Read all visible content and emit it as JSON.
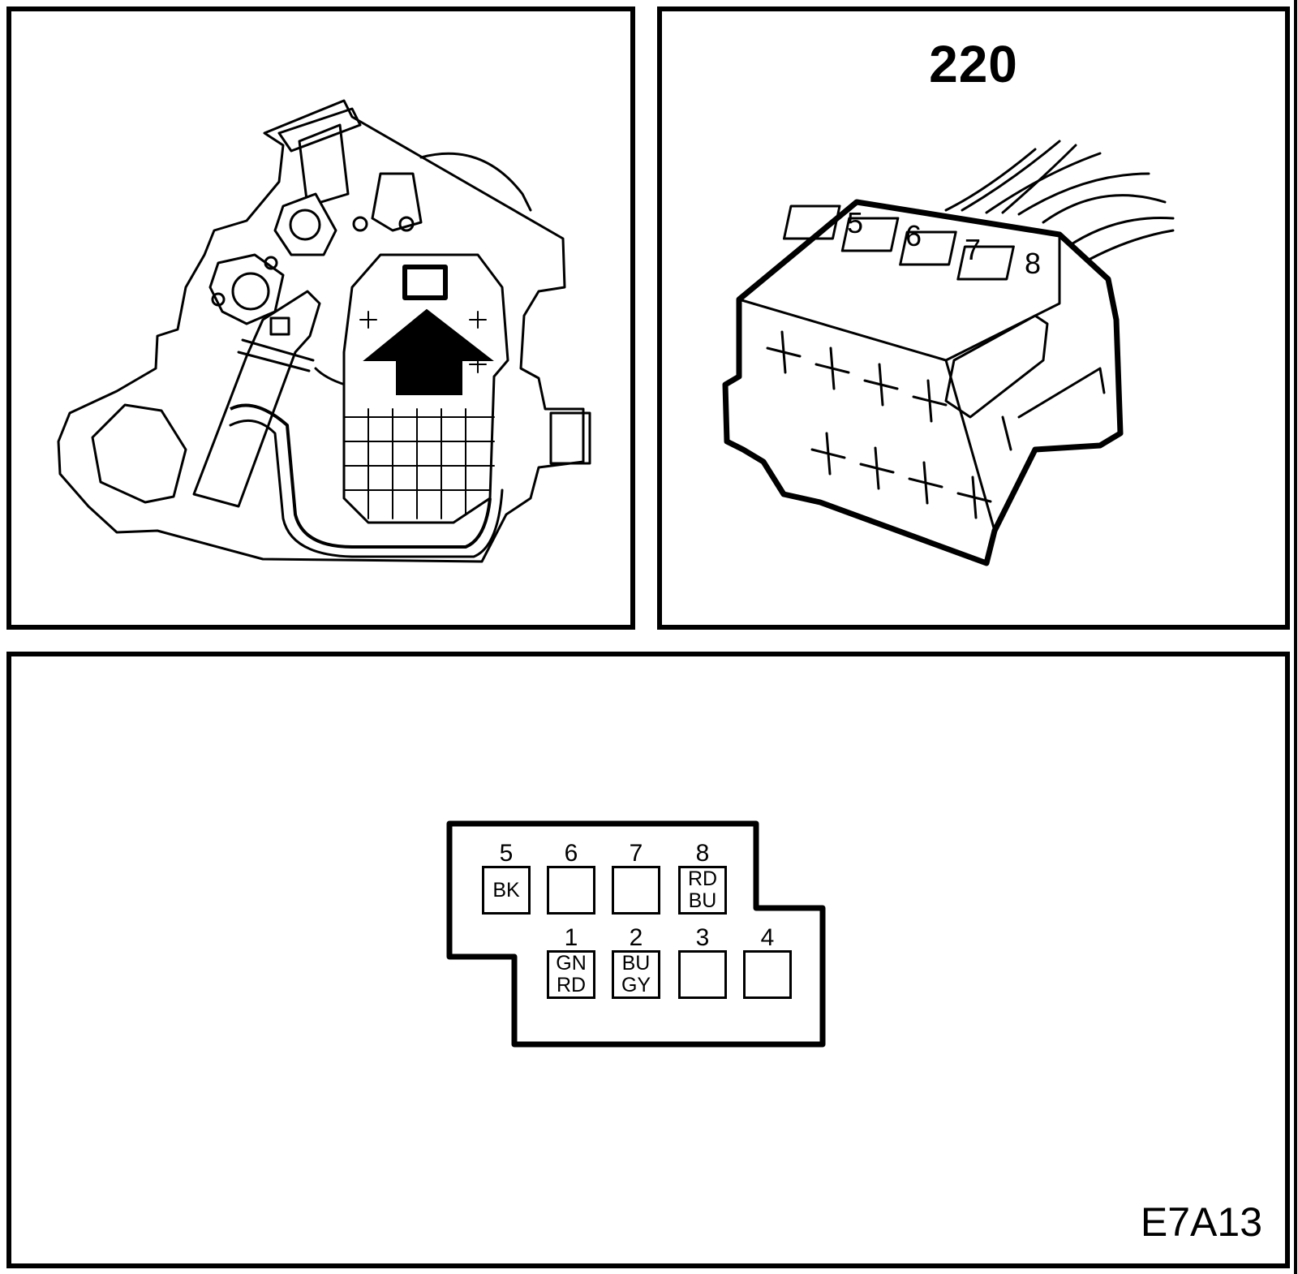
{
  "connector": {
    "number": "220",
    "housing_cavity_digits": [
      "5",
      "6",
      "7",
      "8"
    ]
  },
  "pinout": {
    "pins": [
      {
        "pin": "5",
        "wire": [
          "BK"
        ]
      },
      {
        "pin": "6",
        "wire": []
      },
      {
        "pin": "7",
        "wire": []
      },
      {
        "pin": "8",
        "wire": [
          "RD",
          "BU"
        ]
      },
      {
        "pin": "1",
        "wire": [
          "GN",
          "RD"
        ]
      },
      {
        "pin": "2",
        "wire": [
          "BU",
          "GY"
        ]
      },
      {
        "pin": "3",
        "wire": []
      },
      {
        "pin": "4",
        "wire": []
      }
    ]
  },
  "figure_code": "E7A13",
  "icons": [
    "location-arrow-icon",
    "connector-icon"
  ]
}
